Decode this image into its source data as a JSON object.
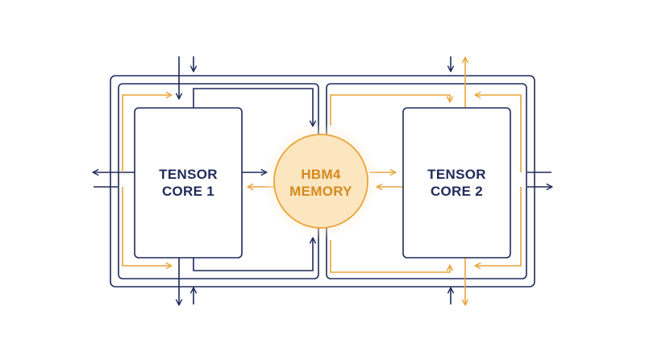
{
  "colors": {
    "navy": "#1f2a5a",
    "navy_soft": "#8d93b3",
    "orange": "#e9a33a",
    "orange_text": "#d4891f",
    "memory_fill": "#fbe6bf",
    "memory_glow": "#fdf0d8",
    "core_fill": "#ffffff",
    "frame_stroke": "#1f2a5a"
  },
  "nodes": {
    "core1": {
      "line1": "TENSOR",
      "line2": "CORE 1"
    },
    "memory": {
      "line1": "HBM4",
      "line2": "MEMORY"
    },
    "core2": {
      "line1": "TENSOR",
      "line2": "CORE 2"
    }
  },
  "icons": {
    "arrowhead": "arrowhead-icon"
  }
}
